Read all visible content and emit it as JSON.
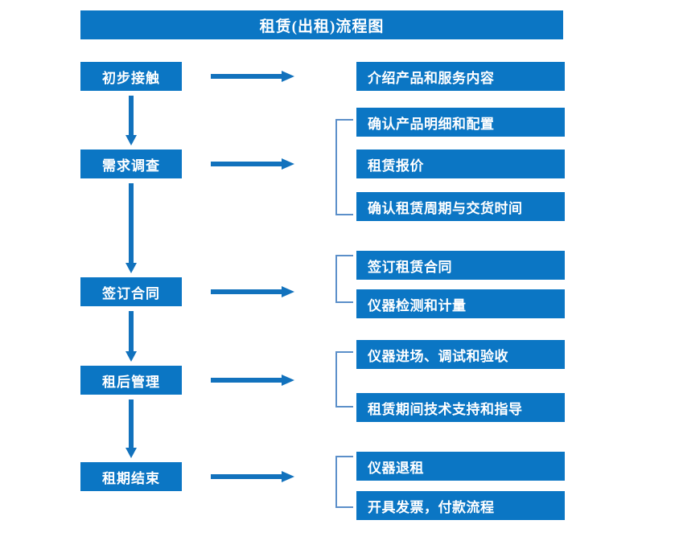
{
  "diagram": {
    "title": "租赁(出租)流程图",
    "accent_color": "#0b76c4",
    "arrow_color": "#1272bd",
    "bracket_color": "#5b8fc9",
    "text_color": "#ffffff"
  },
  "stages": [
    {
      "label": "初步接触"
    },
    {
      "label": "需求调查"
    },
    {
      "label": "签订合同"
    },
    {
      "label": "租后管理"
    },
    {
      "label": "租期结束"
    }
  ],
  "details": {
    "group1": [
      {
        "label": "介绍产品和服务内容"
      }
    ],
    "group2": [
      {
        "label": "确认产品明细和配置"
      },
      {
        "label": "租赁报价"
      },
      {
        "label": "确认租赁周期与交货时间"
      }
    ],
    "group3": [
      {
        "label": "签订租赁合同"
      },
      {
        "label": "仪器检测和计量"
      }
    ],
    "group4": [
      {
        "label": "仪器进场、调试和验收"
      },
      {
        "label": "租赁期间技术支持和指导"
      }
    ],
    "group5": [
      {
        "label": "仪器退租"
      },
      {
        "label": "开具发票，付款流程"
      }
    ]
  }
}
